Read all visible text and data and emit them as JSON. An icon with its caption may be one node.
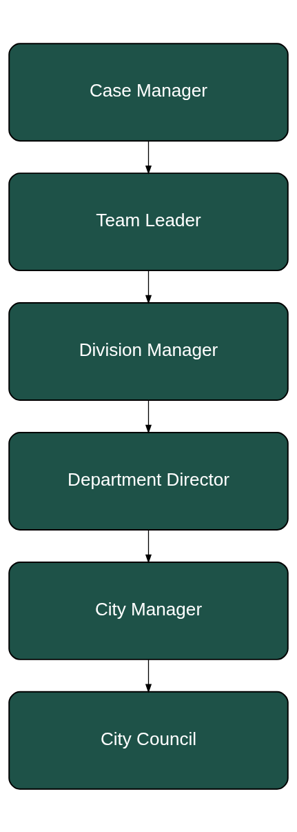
{
  "diagram": {
    "nodes": [
      {
        "text": [
          "Case Manager"
        ]
      },
      {
        "text": [
          "Team Leader"
        ]
      },
      {
        "text": [
          "Division Manager"
        ]
      },
      {
        "text": [
          "Department Director"
        ]
      },
      {
        "text": [
          "City Manager"
        ]
      },
      {
        "text": [
          "City Council"
        ]
      }
    ],
    "edges": [
      {
        "from": 0,
        "to": 1,
        "arrow": "to"
      },
      {
        "from": 1,
        "to": 2,
        "arrow": "to"
      },
      {
        "from": 2,
        "to": 3,
        "arrow": "to"
      },
      {
        "from": 3,
        "to": 4,
        "arrow": "to"
      },
      {
        "from": 4,
        "to": 5,
        "arrow": "to"
      }
    ]
  }
}
